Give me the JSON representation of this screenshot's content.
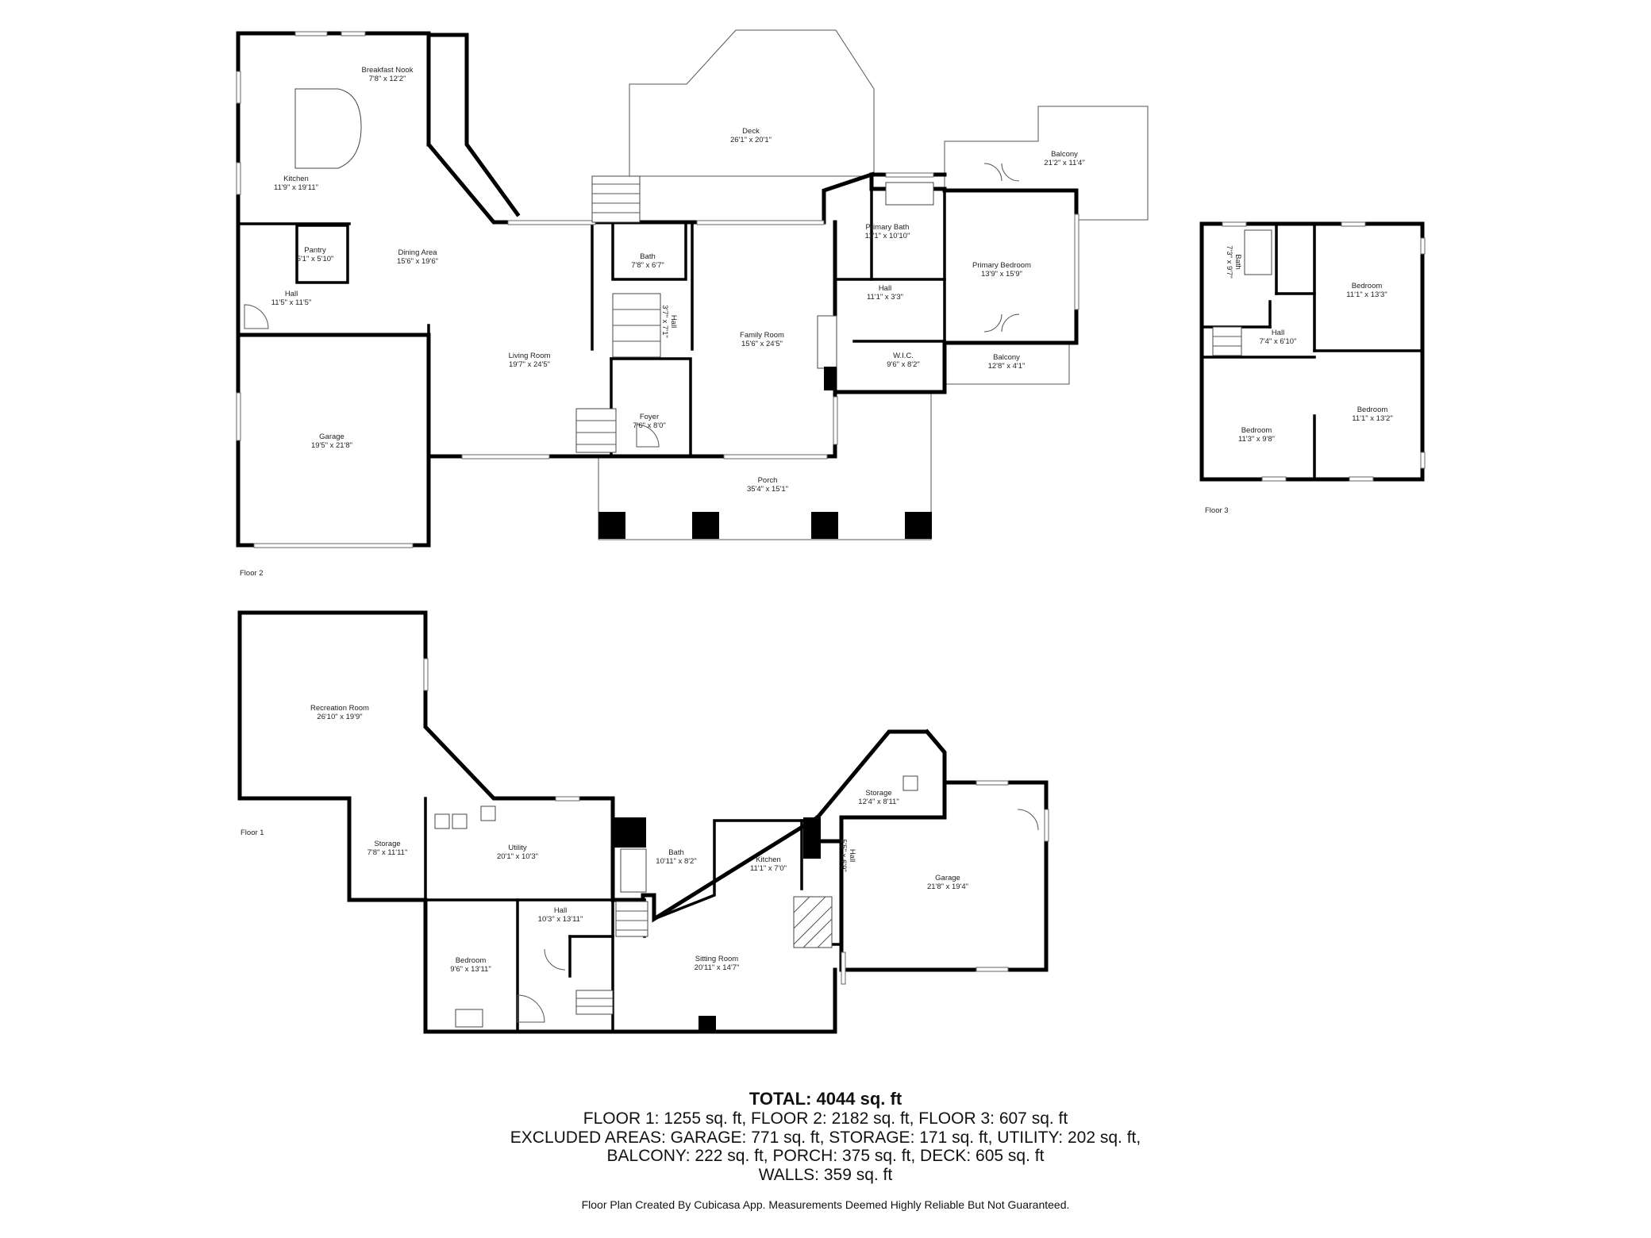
{
  "floors": {
    "floor2": {
      "label": "Floor 2",
      "rooms": [
        {
          "name": "Breakfast Nook",
          "dims": "7'8\" x 12'2\""
        },
        {
          "name": "Kitchen",
          "dims": "11'9\" x 19'11\""
        },
        {
          "name": "Pantry",
          "dims": "5'1\" x 5'10\""
        },
        {
          "name": "Hall",
          "dims": "11'5\" x 11'5\""
        },
        {
          "name": "Dining Area",
          "dims": "15'6\" x 19'6\""
        },
        {
          "name": "Deck",
          "dims": "26'1\" x 20'1\""
        },
        {
          "name": "Bath",
          "dims": "7'8\" x 6'7\""
        },
        {
          "name": "Hall",
          "dims": "3'7\" x 7'1\""
        },
        {
          "name": "Living Room",
          "dims": "19'7\" x 24'5\""
        },
        {
          "name": "Family Room",
          "dims": "15'6\" x 24'5\""
        },
        {
          "name": "Foyer",
          "dims": "7'6\" x 8'0\""
        },
        {
          "name": "Garage",
          "dims": "19'5\" x 21'8\""
        },
        {
          "name": "Porch",
          "dims": "35'4\" x 15'1\""
        },
        {
          "name": "Primary Bath",
          "dims": "11'1\" x 10'10\""
        },
        {
          "name": "Hall",
          "dims": "11'1\" x 3'3\""
        },
        {
          "name": "W.I.C.",
          "dims": "9'6\" x 8'2\""
        },
        {
          "name": "Primary Bedroom",
          "dims": "13'9\" x 15'9\""
        },
        {
          "name": "Balcony",
          "dims": "21'2\" x 11'4\""
        },
        {
          "name": "Balcony",
          "dims": "12'8\" x 4'1\""
        }
      ]
    },
    "floor3": {
      "label": "Floor 3",
      "rooms": [
        {
          "name": "Bath",
          "dims": "7'3\" x 9'7\""
        },
        {
          "name": "Bedroom",
          "dims": "11'1\" x 13'3\""
        },
        {
          "name": "Hall",
          "dims": "7'4\" x 6'10\""
        },
        {
          "name": "Bedroom",
          "dims": "11'3\" x 9'8\""
        },
        {
          "name": "Bedroom",
          "dims": "11'1\" x 13'2\""
        }
      ]
    },
    "floor1": {
      "label": "Floor 1",
      "rooms": [
        {
          "name": "Recreation Room",
          "dims": "26'10\" x 19'9\""
        },
        {
          "name": "Storage",
          "dims": "7'8\" x 11'11\""
        },
        {
          "name": "Utility",
          "dims": "20'1\" x 10'3\""
        },
        {
          "name": "Bath",
          "dims": "10'11\" x 8'2\""
        },
        {
          "name": "Kitchen",
          "dims": "11'1\" x 7'0\""
        },
        {
          "name": "Storage",
          "dims": "12'4\" x 8'11\""
        },
        {
          "name": "Hall",
          "dims": "5'5\" x 6'9\""
        },
        {
          "name": "Garage",
          "dims": "21'8\" x 19'4\""
        },
        {
          "name": "Hall",
          "dims": "10'3\" x 13'11\""
        },
        {
          "name": "Bedroom",
          "dims": "9'6\" x 13'11\""
        },
        {
          "name": "Sitting Room",
          "dims": "20'11\" x 14'7\""
        }
      ]
    }
  },
  "summary": {
    "total": "TOTAL: 4044 sq. ft",
    "line1": "FLOOR 1: 1255 sq. ft, FLOOR 2: 2182 sq. ft, FLOOR 3: 607 sq. ft",
    "line2": "EXCLUDED AREAS: GARAGE: 771 sq. ft, STORAGE: 171 sq. ft, UTILITY: 202 sq. ft,",
    "line3": "BALCONY: 222 sq. ft, PORCH: 375 sq. ft, DECK: 605 sq. ft",
    "line4": "WALLS: 359 sq. ft"
  },
  "credit": "Floor Plan Created By Cubicasa App. Measurements Deemed Highly Reliable But Not Guaranteed."
}
